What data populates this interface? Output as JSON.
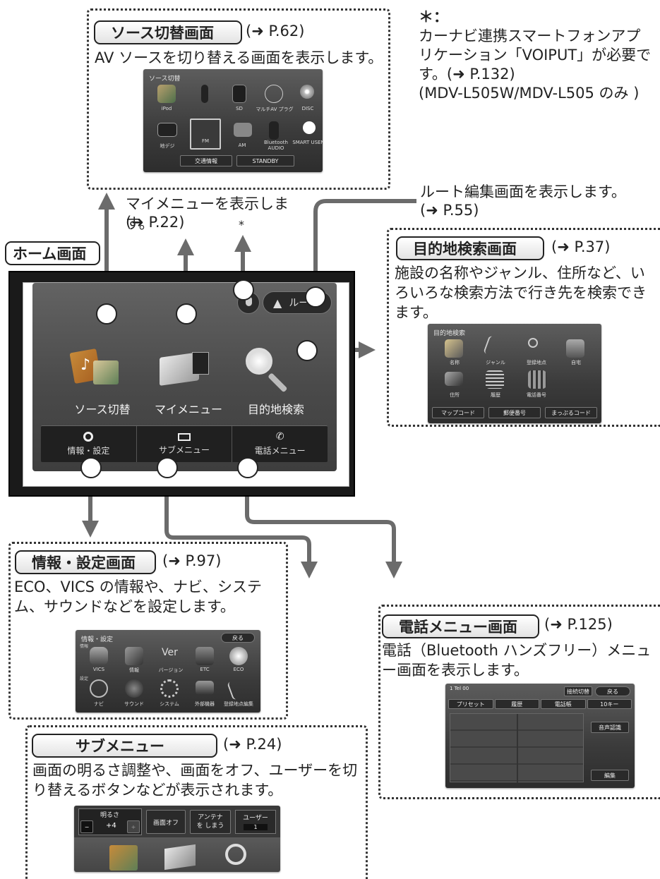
{
  "source_switch": {
    "pill": "ソース切替画面",
    "ref": "(➜ P.62)",
    "desc": "AV ソースを切り替える画面を表示します。",
    "thumb_title": "ソース切替",
    "items": [
      "iPod",
      "",
      "SD",
      "マルチAV プラグ",
      "DISC",
      "地デジ",
      "FM",
      "AM",
      "Bluetooth AUDIO",
      "SMART USEN"
    ],
    "btn_traffic": "交通情報",
    "btn_standby": "STANDBY"
  },
  "note": {
    "star": "＊：",
    "text": "カーナビ連携スマートフォンアプリケーション「VOIPUT」が必要です。(➜ P.132)",
    "models": "(MDV-L505W/MDV-L505 のみ )"
  },
  "mymenu_note": {
    "text": "マイメニューを表示します。",
    "ref": "(➜ P.22)"
  },
  "route_note": {
    "text": "ルート編集画面を表示します。",
    "ref": "(➜ P.55)"
  },
  "asterisk": "*",
  "home": {
    "pill": "ホーム画面",
    "route_btn": "ルート",
    "tiles": [
      "ソース切替",
      "マイメニュー",
      "目的地検索"
    ],
    "bar": [
      "情報・設定",
      "サブメニュー",
      "電話メニュー"
    ]
  },
  "destination": {
    "pill": "目的地検索画面",
    "ref": "(➜ P.37)",
    "desc": "施設の名称やジャンル、住所など、いろいろな検索方法で行き先を検索できます。",
    "thumb_title": "目的地検索",
    "items": [
      "名称",
      "ジャンル",
      "登録地点",
      "自宅",
      "住所",
      "履歴",
      "電話番号"
    ],
    "buttons": [
      "マップコード",
      "郵便番号",
      "まっぷるコード"
    ]
  },
  "info_settings": {
    "pill": "情報・設定画面",
    "ref": "(➜ P.97)",
    "desc": "ECO、VICS の情報や、ナビ、システム、サウンドなどを設定します。",
    "thumb_title": "情報・設定",
    "back": "戻る",
    "row_label_1": "情報",
    "row_label_2": "設定",
    "items_top": [
      "VICS",
      "情報",
      "バージョン",
      "ETC",
      "ECO"
    ],
    "items_bottom": [
      "ナビ",
      "サウンド",
      "システム",
      "外部機器",
      "登録地点編集"
    ]
  },
  "phone": {
    "pill": "電話メニュー画面",
    "ref": "(➜ P.125)",
    "desc": "電話（Bluetooth ハンズフリー）メニュー画面を表示します。",
    "status": "1  Tel 00",
    "tabs": [
      "プリセット",
      "履歴",
      "電話帳",
      "10キー"
    ],
    "switch_btn": "接続切替",
    "back": "戻る",
    "voice_btn": "音声認識",
    "edit_btn": "編集"
  },
  "submenu": {
    "pill": "サブメニュー",
    "ref": "(➜ P.24)",
    "desc": "画面の明るさ調整や、画面をオフ、ユーザーを切り替えるボタンなどが表示されます。",
    "brightness_label": "明るさ",
    "brightness_value": "+4",
    "minus": "−",
    "plus": "+",
    "screen_off": "画面オフ",
    "antenna": "アンテナを しまう",
    "user_label": "ユーザー",
    "user_value": "1"
  },
  "colors": {
    "arrow": "#6b6b6b",
    "border": "#333333"
  }
}
